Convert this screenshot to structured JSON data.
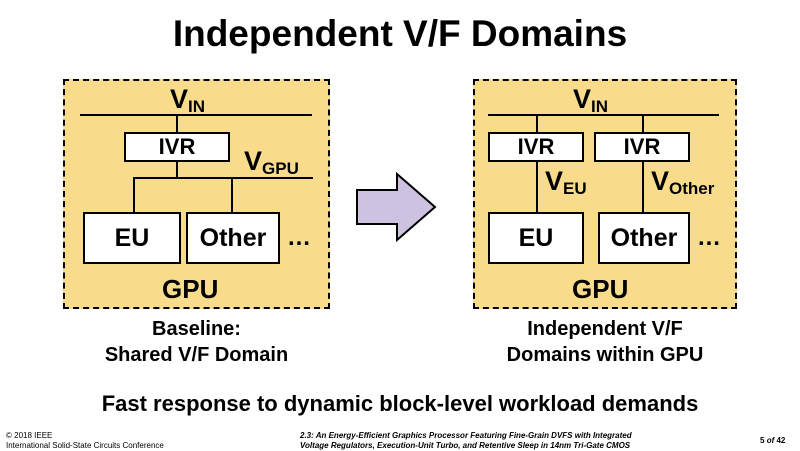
{
  "title": "Independent V/F Domains",
  "baseline": {
    "vin_base": "V",
    "vin_sub": "IN",
    "ivr": "IVR",
    "vgpu_base": "V",
    "vgpu_sub": "GPU",
    "eu": "EU",
    "other": "Other",
    "ellipsis": "…",
    "gpu": "GPU",
    "caption_line1": "Baseline:",
    "caption_line2": "Shared V/F Domain"
  },
  "independent": {
    "vin_base": "V",
    "vin_sub": "IN",
    "ivr_eu": "IVR",
    "ivr_other": "IVR",
    "veu_base": "V",
    "veu_sub": "EU",
    "vother_base": "V",
    "vother_sub": "Other",
    "eu": "EU",
    "other": "Other",
    "ellipsis": "…",
    "gpu": "GPU",
    "caption_line1": "Independent V/F",
    "caption_line2": "Domains within GPU"
  },
  "colors": {
    "domain_fill": "#f8dc8c",
    "arrow_fill": "#cdc3e0"
  },
  "takeaway": "Fast response to dynamic block-level workload demands",
  "footer": {
    "left_line1": "© 2018 IEEE",
    "left_line2": "International Solid-State Circuits Conference",
    "center_line1": "2.3: An Energy-Efficient Graphics Processor Featuring Fine-Grain DVFS with Integrated",
    "center_line2": "Voltage Regulators, Execution-Unit Turbo, and Retentive Sleep in 14nm Tri-Gate CMOS",
    "page_current": "5",
    "page_of": "of",
    "page_total": "42"
  }
}
